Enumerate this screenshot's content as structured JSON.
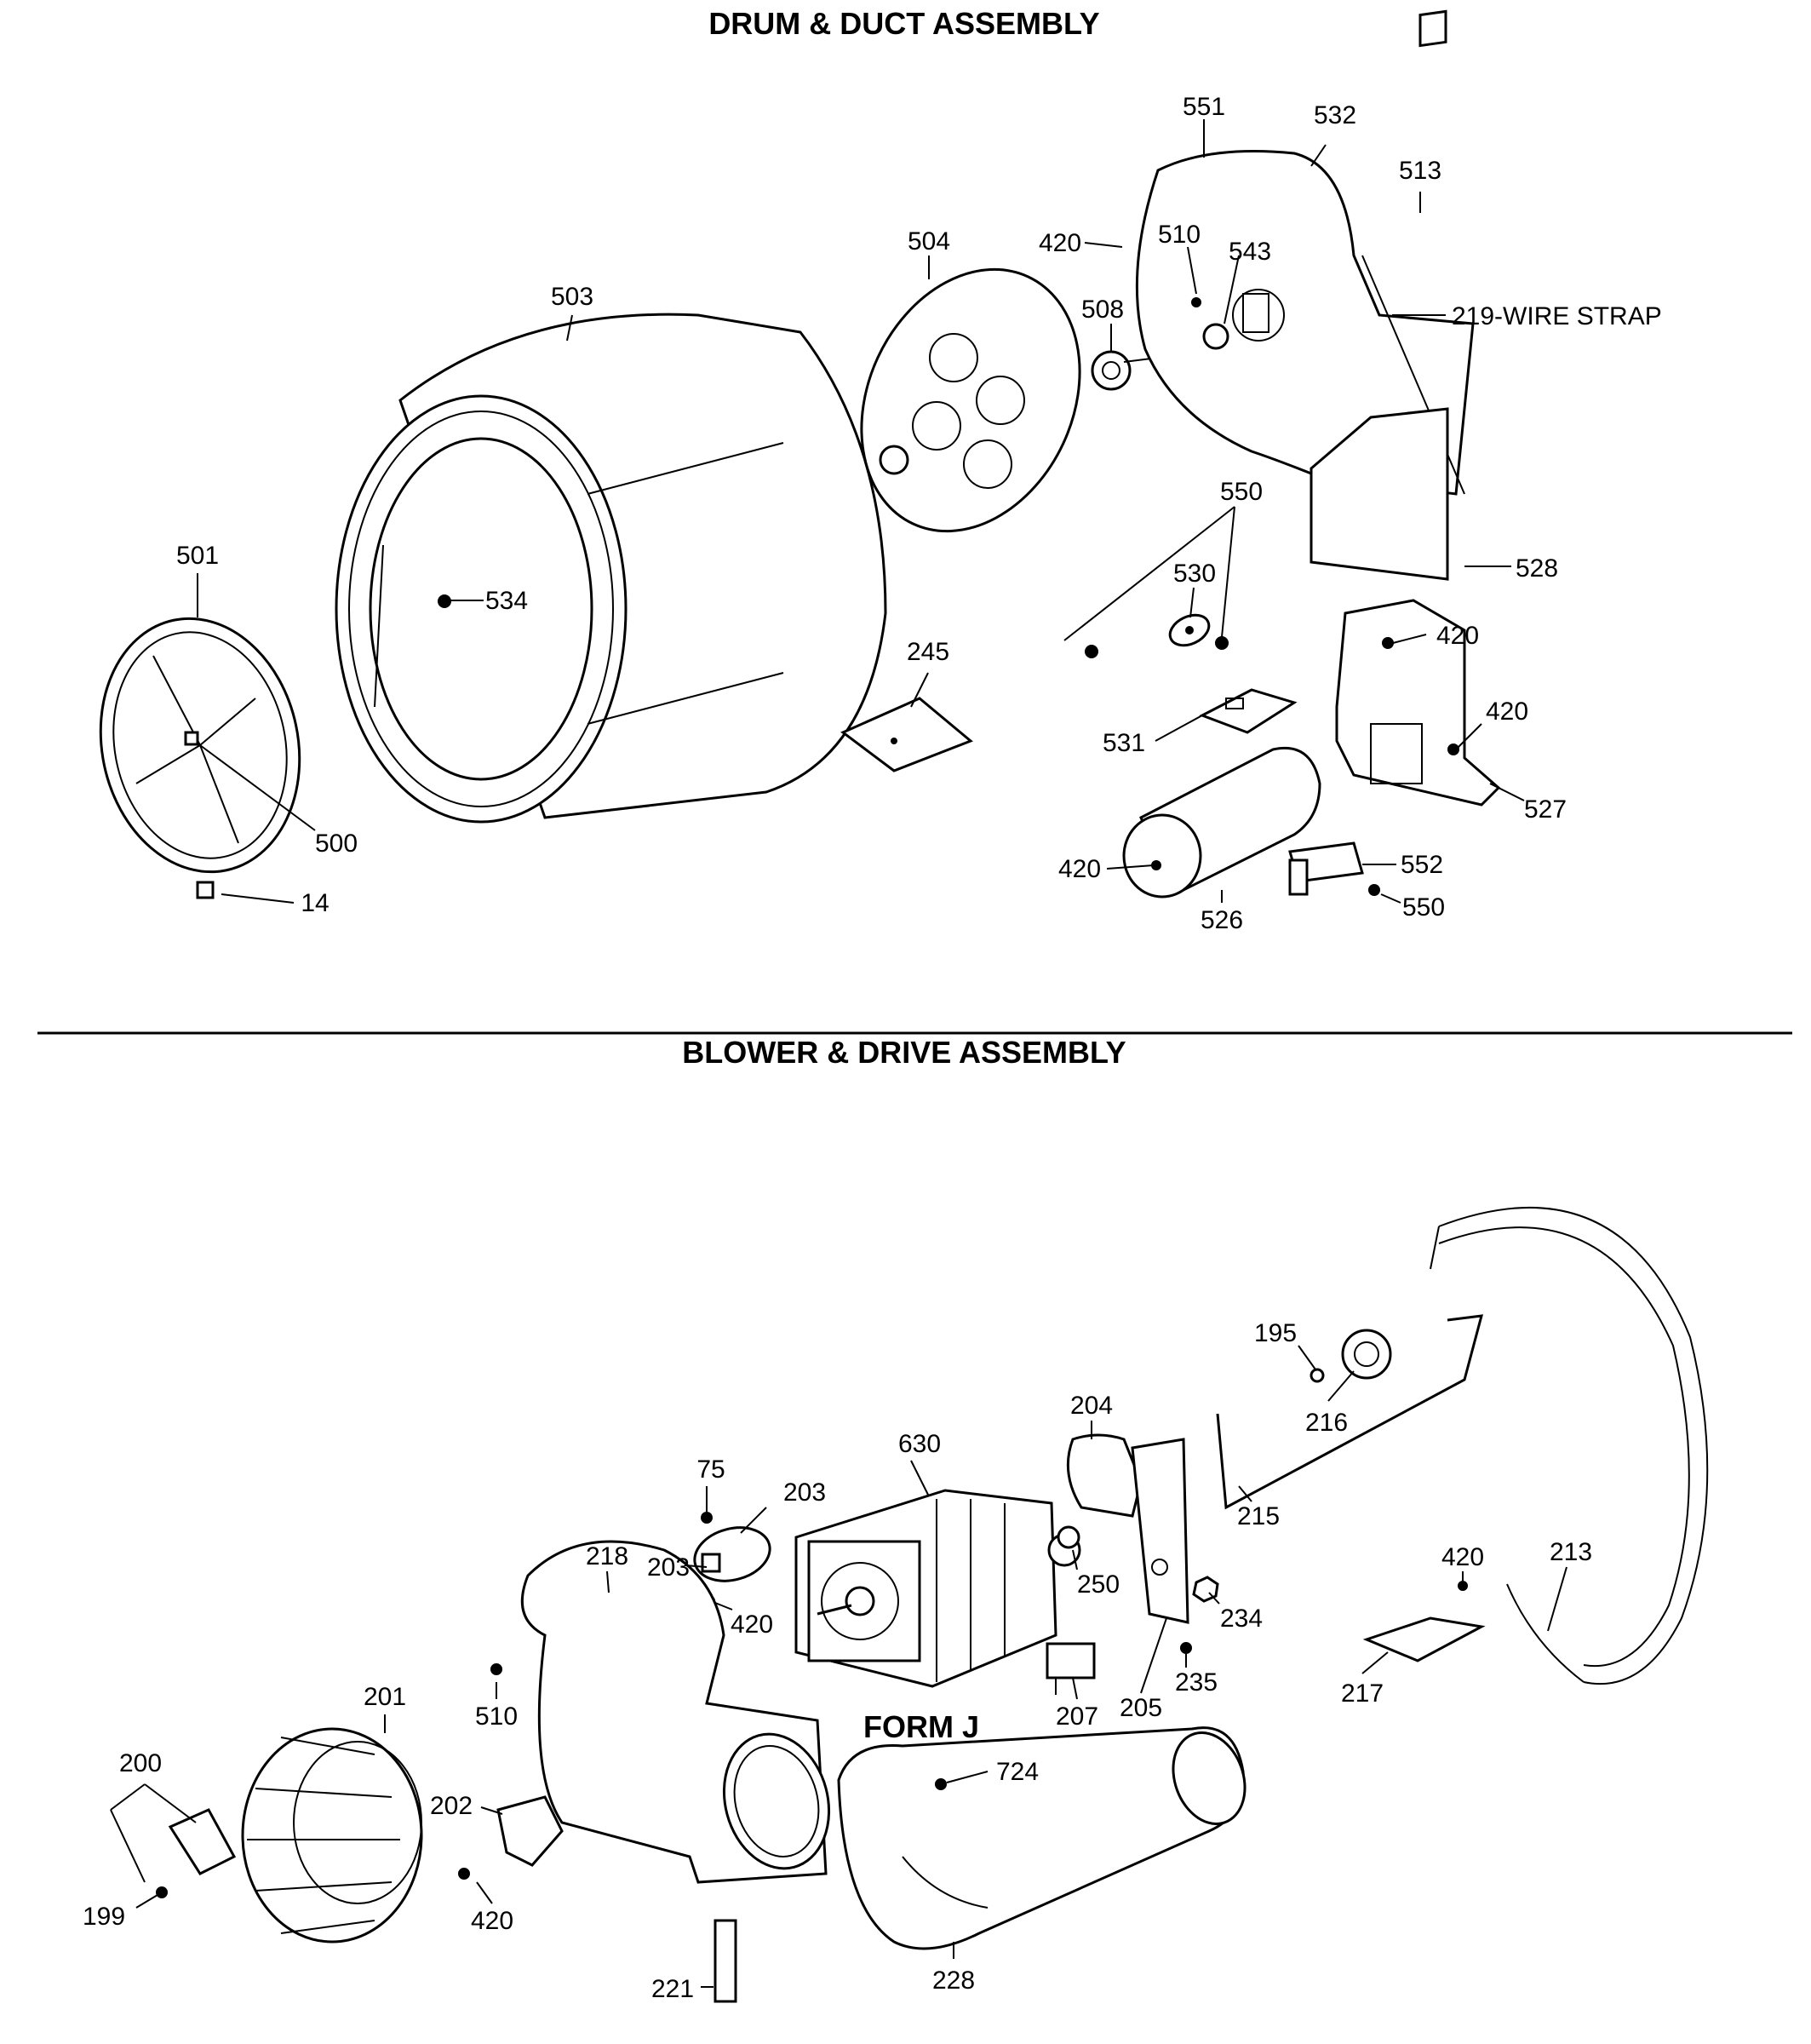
{
  "sections": [
    {
      "title": "DRUM & DUCT ASSEMBLY"
    },
    {
      "title": "BLOWER & DRIVE ASSEMBLY"
    }
  ],
  "callouts": {
    "drum": [
      "501",
      "500",
      "14",
      "503",
      "534",
      "504",
      "508",
      "420",
      "510",
      "543",
      "551",
      "532",
      "513",
      "219-WIRE STRAP",
      "528",
      "550",
      "530",
      "531",
      "245",
      "420",
      "420",
      "527",
      "526",
      "420",
      "552",
      "550"
    ],
    "blower": [
      "200",
      "199",
      "201",
      "202",
      "420",
      "510",
      "218",
      "221",
      "203",
      "203",
      "75",
      "420",
      "630",
      "FORM J",
      "204",
      "250",
      "207",
      "205",
      "234",
      "235",
      "215",
      "195",
      "216",
      "420",
      "213",
      "217",
      "724",
      "228"
    ]
  }
}
